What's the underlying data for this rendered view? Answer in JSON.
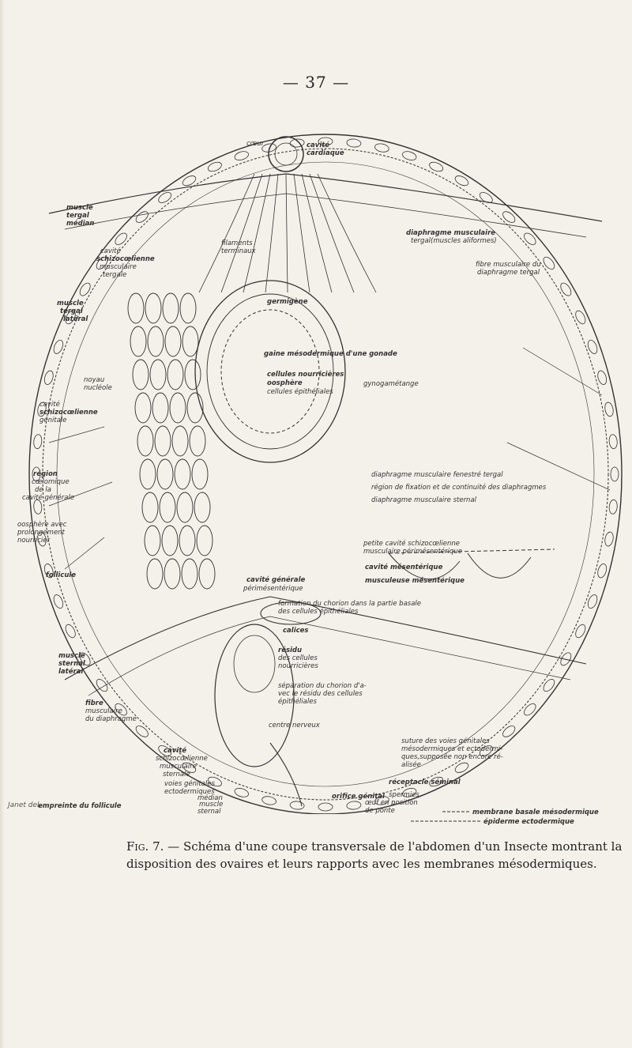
{
  "page": {
    "number": "— 37 —"
  },
  "figure": {
    "labels": {
      "coeur": "cœur",
      "cavite_cardiaque_1": "cavité",
      "cavite_cardiaque_2": "cardiaque",
      "muscle_tergal_median_1": "muscle",
      "muscle_tergal_median_2": "tergal",
      "muscle_tergal_median_3": "médian",
      "cavite_schizo_tergale_1": "cavité",
      "cavite_schizo_tergale_2": "schizocœlienne",
      "cavite_schizo_tergale_3": "musculaire",
      "cavite_schizo_tergale_4": "tergale",
      "filaments_1": "filaments",
      "filaments_2": "terminaux",
      "diaphragme_tergal_1": "diaphragme musculaire",
      "diaphragme_tergal_2": "tergal(muscles aliformes)",
      "fibre_diaphragme_1": "fibre musculaire du",
      "fibre_diaphragme_2": "diaphragme tergal",
      "muscle_tergal_lateral_1": "muscle",
      "muscle_tergal_lateral_2": "tergal",
      "muscle_tergal_lateral_3": "latéral",
      "germigene": "germigène",
      "gaine": "gaine mésodermique d'une gonade",
      "noyau": "noyau",
      "nucleole": "nucléole",
      "cellules_nourricieres": "cellules nourricières",
      "oosphere": "oosphère",
      "cellules_epitheliales": "cellules épithéliales",
      "gynogametange": "gynogamétange",
      "cavite_schizo_genitale_1": "cavité",
      "cavite_schizo_genitale_2": "schizocœlienne",
      "cavite_schizo_genitale_3": "génitale",
      "region_coelomique_1": "région",
      "region_coelomique_2": "cœlomique",
      "region_coelomique_3": "de la",
      "region_coelomique_4": "cavité générale",
      "diaphragme_fenestre": "diaphragme musculaire fenestré tergal",
      "region_fixation": "région de fixation et de continuité des diaphragmes",
      "diaphragme_sternal": "diaphragme musculaire sternal",
      "oosphere_prolong_1": "oosphère avec",
      "oosphere_prolong_2": "prolongement",
      "oosphere_prolong_3": "nourricier",
      "petite_cavite_1": "petite cavité schizocœlienne",
      "petite_cavite_2": "musculaire périmésentérique",
      "cavite_mesenterique": "cavité mésentérique",
      "musculeuse": "musculeuse mésentérique",
      "follicule": "follicule",
      "cavite_generale_1": "cavité générale",
      "cavite_generale_2": "périmésentérique",
      "formation_chorion_1": "formation du chorion dans la partie basale",
      "formation_chorion_2": "des cellules épithéliales",
      "calices": "calices",
      "residu_1": "résidu",
      "residu_2": "des cellules",
      "residu_3": "nourricières",
      "muscle_sternal_lateral_1": "muscle",
      "muscle_sternal_lateral_2": "sternal",
      "muscle_sternal_lateral_3": "latéral",
      "separation_1": "séparation du chorion d'a-",
      "separation_2": "vec le résidu des cellules",
      "separation_3": "épithéliales",
      "fibre_musc_diaph_1": "fibre",
      "fibre_musc_diaph_2": "musculaire",
      "fibre_musc_diaph_3": "du diaphragme",
      "centre_nerveux": "centre nerveux",
      "cavite_sternale_1": "cavité",
      "cavite_sternale_2": "schizocœlienne",
      "cavite_sternale_3": "musculaire",
      "cavite_sternale_4": "sternale",
      "suture_1": "suture des voies génitales",
      "suture_2": "mésodermiques et ectodermi-",
      "suture_3": "ques,supposée non encore ré-",
      "suture_4": "alisée",
      "voies_genitales_1": "voies génitales",
      "voies_genitales_2": "ectodermiques",
      "receptacle": "réceptacle séminal",
      "muscle_sternal_median_1": "muscle",
      "muscle_sternal_median_2": "sternal",
      "muscle_sternal_median_3": "médian",
      "spermies": "spermies",
      "oeuf_1": "œuf en position",
      "oeuf_2": "de ponte",
      "orifice": "orifice génital",
      "empreinte": "empreinte du follicule",
      "membrane_basale": "membrane basale mésodermique",
      "epiderme": "épiderme ectodermique"
    },
    "credit": "Janet del."
  },
  "caption": {
    "fig_label": "Fig. 7.",
    "text": "— Schéma d'une coupe transversale de l'abdomen d'un Insecte montrant la disposition des ovaires et leurs rapports avec les membranes mésodermiques."
  }
}
